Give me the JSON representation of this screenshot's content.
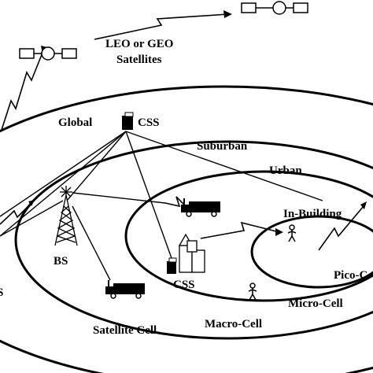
{
  "labels": {
    "satellites_line1": "LEO or GEO",
    "satellites_line2": "Satellites",
    "global": "Global",
    "css_top": "CSS",
    "suburban": "Suburban",
    "urban": "Urban",
    "in_building": "In-Building",
    "bs": "BS",
    "css_bottom": "CSS",
    "pico_cell": "Pico-C",
    "micro_cell": "Micro-Cell",
    "macro_cell": "Macro-Cell",
    "satellite_cell": "Satellite Cell",
    "left_edge_fragment": "S"
  },
  "icons": [
    "satellite-icon",
    "css-switch-icon",
    "base-station-tower-icon",
    "truck-icon",
    "person-icon",
    "buildings-icon",
    "lightning-link-icon"
  ],
  "colors": {
    "ink": "#000000",
    "background": "#ffffff"
  }
}
